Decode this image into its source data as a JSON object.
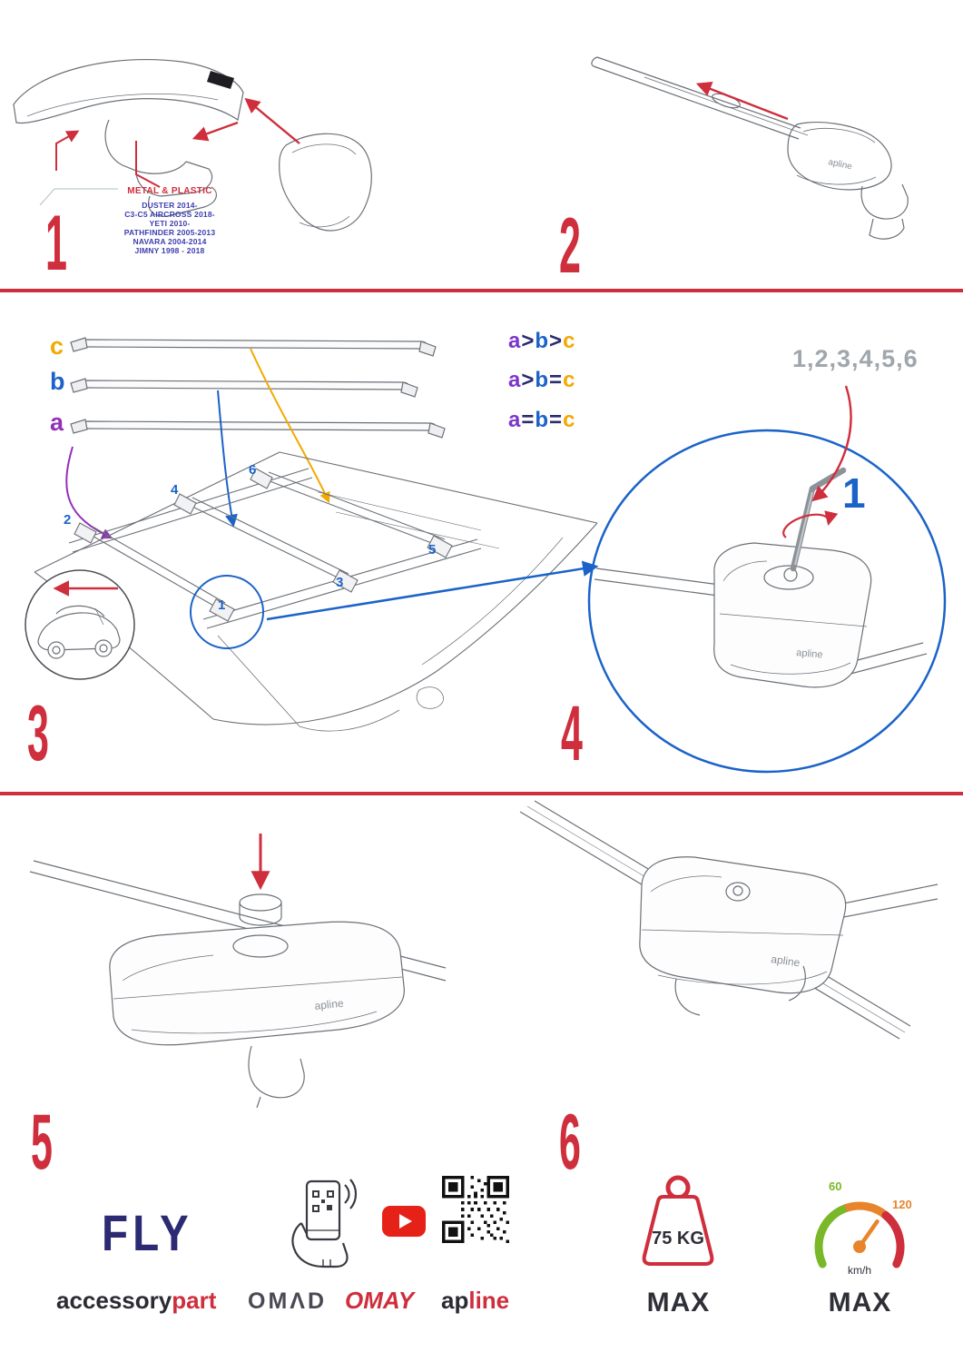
{
  "colors": {
    "accent_red": "#cf2e3c",
    "blue": "#1b63c8",
    "purple": "#9230b8",
    "orange": "#f2a900",
    "navy": "#2b2b6e",
    "model_text_blue": "#3d3dae",
    "gray_sequence": "#a0a6ad",
    "green": "#7ab829",
    "speed_orange": "#e8842c"
  },
  "foot_logo": "apline",
  "step1": {
    "number": "1",
    "material_label": "METAL & PLASTIC",
    "models": [
      "DUSTER 2014-",
      "C3-C5 AIRCROSS 2018-",
      "YETI 2010-",
      "PATHFINDER 2005-2013",
      "NAVARA 2004-2014",
      "JIMNY 1998 - 2018"
    ]
  },
  "step2": {
    "number": "2"
  },
  "step3": {
    "number": "3",
    "bar_c": "c",
    "bar_b": "b",
    "bar_a": "a",
    "formula1": {
      "l1": "a",
      "o1": ">",
      "l2": "b",
      "o2": ">",
      "l3": "c"
    },
    "formula2": {
      "l1": "a",
      "o1": ">",
      "l2": "b",
      "o2": "=",
      "l3": "c"
    },
    "formula3": {
      "l1": "a",
      "o1": "=",
      "l2": "b",
      "o2": "=",
      "l3": "c"
    },
    "pos1": "1",
    "pos2": "2",
    "pos3": "3",
    "pos4": "4",
    "pos5": "5",
    "pos6": "6"
  },
  "step4": {
    "number": "4",
    "sequence": "1,2,3,4,5,6",
    "callout": "1"
  },
  "step5": {
    "number": "5"
  },
  "step6": {
    "number": "6"
  },
  "footer": {
    "fly": "FLY",
    "accessory": "accessory",
    "part": "part",
    "omad": "OMΛD",
    "omay": "OMAY",
    "ap": "ap",
    "line": "line",
    "weight": "75 KG",
    "weight_max": "MAX",
    "speed_low": "60",
    "speed_high": "120",
    "speed_unit": "km/h",
    "speed_max": "MAX"
  }
}
